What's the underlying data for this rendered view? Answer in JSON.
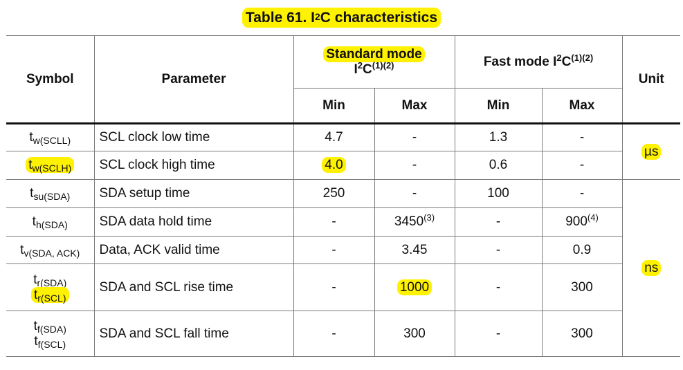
{
  "title": {
    "prefix": "Table 61. I",
    "sup": "2",
    "suffix": "C characteristics"
  },
  "headers": {
    "symbol": "Symbol",
    "parameter": "Parameter",
    "standard_mode": {
      "line1": "Standard mode",
      "line2_prefix": "I",
      "line2_sup": "2",
      "line2_mid": "C",
      "line2_note": "(1)(2)"
    },
    "fast_mode": {
      "prefix": "Fast mode I",
      "sup": "2",
      "mid": "C",
      "note": "(1)(2)"
    },
    "unit": "Unit",
    "min": "Min",
    "max": "Max"
  },
  "rows": [
    {
      "symbols": [
        {
          "base": "t",
          "sub": "w(SCLL)"
        }
      ],
      "parameter": "SCL clock low time",
      "std_min": "4.7",
      "std_max": "-",
      "std_max_note": "",
      "fast_min": "1.3",
      "fast_max": "-",
      "fast_max_note": ""
    },
    {
      "symbols": [
        {
          "base": "t",
          "sub": "w(SCLH)"
        }
      ],
      "parameter": "SCL clock high time",
      "std_min": "4.0",
      "std_max": "-",
      "std_max_note": "",
      "fast_min": "0.6",
      "fast_max": "-",
      "fast_max_note": ""
    },
    {
      "symbols": [
        {
          "base": "t",
          "sub": "su(SDA)"
        }
      ],
      "parameter": "SDA setup time",
      "std_min": "250",
      "std_max": "-",
      "std_max_note": "",
      "fast_min": "100",
      "fast_max": "-",
      "fast_max_note": ""
    },
    {
      "symbols": [
        {
          "base": "t",
          "sub": "h(SDA)"
        }
      ],
      "parameter": "SDA data hold time",
      "std_min": "-",
      "std_max": "3450",
      "std_max_note": "(3)",
      "fast_min": "-",
      "fast_max": "900",
      "fast_max_note": "(4)"
    },
    {
      "symbols": [
        {
          "base": "t",
          "sub": "v(SDA, ACK)"
        }
      ],
      "parameter": "Data, ACK valid time",
      "std_min": "-",
      "std_max": "3.45",
      "std_max_note": "",
      "fast_min": "-",
      "fast_max": "0.9",
      "fast_max_note": ""
    },
    {
      "symbols": [
        {
          "base": "t",
          "sub": "r(SDA)"
        },
        {
          "base": "t",
          "sub": "r(SCL)"
        }
      ],
      "parameter": "SDA and SCL rise time",
      "std_min": "-",
      "std_max": "1000",
      "std_max_note": "",
      "fast_min": "-",
      "fast_max": "300",
      "fast_max_note": ""
    },
    {
      "symbols": [
        {
          "base": "t",
          "sub": "f(SDA)"
        },
        {
          "base": "t",
          "sub": "f(SCL)"
        }
      ],
      "parameter": "SDA and SCL fall time",
      "std_min": "-",
      "std_max": "300",
      "std_max_note": "",
      "fast_min": "-",
      "fast_max": "300",
      "fast_max_note": ""
    }
  ],
  "units": {
    "group1": "µs",
    "group2": "ns"
  },
  "highlight_color": "#fff200"
}
